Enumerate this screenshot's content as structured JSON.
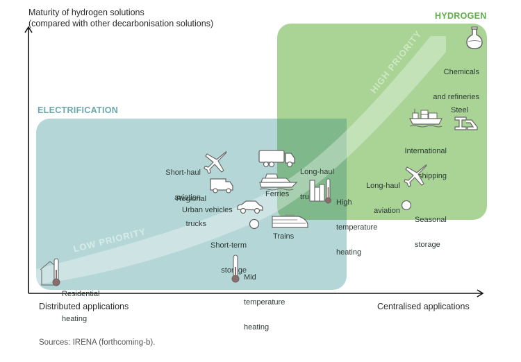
{
  "axes": {
    "y_title_line1": "Maturity of hydrogen solutions",
    "y_title_line2": "(compared with other decarbonisation solutions)",
    "x_left_label": "Distributed applications",
    "x_right_label": "Centralised applications"
  },
  "zones": {
    "electrification": {
      "title": "ELECTRIFICATION",
      "color": "#b5d6d7",
      "title_color": "#6aa6aa"
    },
    "hydrogen": {
      "title": "HYDROGEN",
      "color": "#a9d496",
      "title_color": "#5fae46"
    },
    "overlap_color": "#7fb88a"
  },
  "arrow": {
    "low_label": "LOW PRIORITY",
    "high_label": "HIGH PRIORITY"
  },
  "applications": [
    {
      "id": "chemicals",
      "line1": "Chemicals",
      "line2": "and refineries",
      "icon": "flask-icon"
    },
    {
      "id": "steel",
      "line1": "Steel",
      "line2": "",
      "icon": "steel-beam-icon"
    },
    {
      "id": "intl-shipping",
      "line1": "International",
      "line2": "shipping",
      "icon": "container-ship-icon"
    },
    {
      "id": "longhaul-aviation",
      "line1": "Long-haul",
      "line2": "aviation",
      "icon": "airplane-icon"
    },
    {
      "id": "seasonal-storage",
      "line1": "Seasonal",
      "line2": "storage",
      "icon": "circle-icon"
    },
    {
      "id": "shorthaul-aviation",
      "line1": "Short-haul",
      "line2": "aviation",
      "icon": "airplane-icon"
    },
    {
      "id": "longhaul-trucks",
      "line1": "Long-haul",
      "line2": "trucks",
      "icon": "truck-icon"
    },
    {
      "id": "regional-trucks",
      "line1": "Regional",
      "line2": "trucks",
      "icon": "van-icon"
    },
    {
      "id": "ferries",
      "line1": "Ferries",
      "line2": "",
      "icon": "ferry-icon"
    },
    {
      "id": "high-temp-heating",
      "line1": "High",
      "line2": "temperature",
      "line3": "heating",
      "icon": "factory-thermometer-icon"
    },
    {
      "id": "urban-vehicles",
      "line1": "Urban vehicles",
      "line2": "",
      "icon": "car-icon"
    },
    {
      "id": "short-term-storage",
      "line1": "Short-term",
      "line2": "storage",
      "icon": "circle-icon"
    },
    {
      "id": "trains",
      "line1": "Trains",
      "line2": "",
      "icon": "train-icon"
    },
    {
      "id": "mid-temp-heating",
      "line1": "Mid",
      "line2": "temperature",
      "line3": "heating",
      "icon": "thermometer-icon"
    },
    {
      "id": "residential-heating",
      "line1": "Residential",
      "line2": "heating",
      "icon": "house-thermometer-icon"
    }
  ],
  "source": "Sources: IRENA (forthcoming-b)."
}
